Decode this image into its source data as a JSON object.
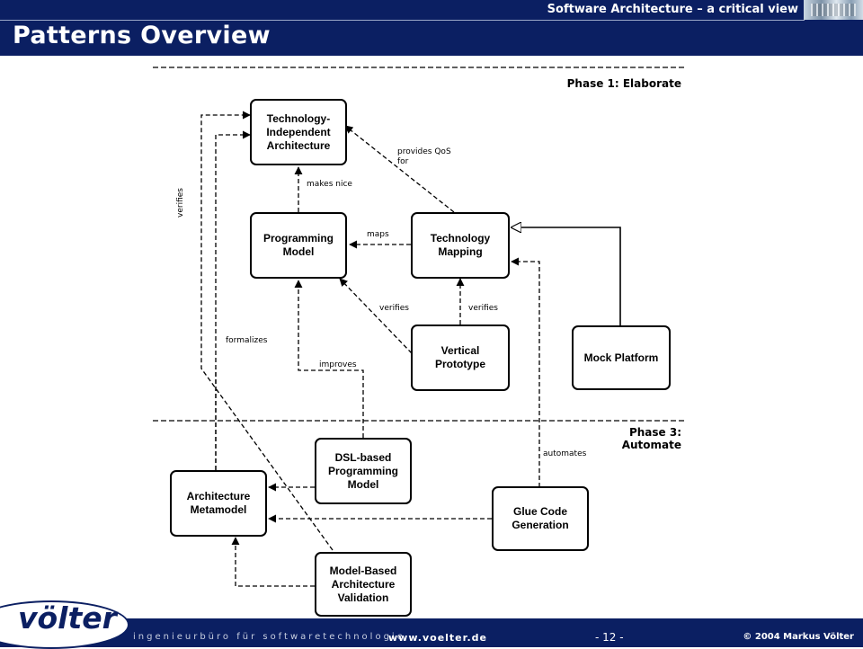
{
  "header": {
    "subtitle": "Software Architecture – a critical view",
    "title": "Patterns Overview"
  },
  "diagram": {
    "phases": {
      "phase1": "Phase 1: Elaborate",
      "phase3": "Phase 3:\nAutomate"
    },
    "nodes": {
      "tech_independent_arch": "Technology-\nIndependent\nArchitecture",
      "programming_model": "Programming\nModel",
      "technology_mapping": "Technology\nMapping",
      "vertical_prototype": "Vertical\nPrototype",
      "mock_platform": "Mock Platform",
      "dsl_based_programming_model": "DSL-based\nProgramming\nModel",
      "architecture_metamodel": "Architecture\nMetamodel",
      "glue_code_generation": "Glue Code\nGeneration",
      "model_based_arch_validation": "Model-Based\nArchitecture\nValidation"
    },
    "labels": {
      "verifies_left": "verifies",
      "provides_qos": "provides QoS\nfor",
      "makes_nice": "makes nice",
      "maps": "maps",
      "verifies_proto": "verifies",
      "verifies_mapping": "verifies",
      "formalizes": "formalizes",
      "improves": "improves",
      "automates": "automates"
    }
  },
  "footer": {
    "logo": "völter",
    "tagline": "ingenieurbüro für softwaretechnologie",
    "url": "www.voelter.de",
    "page": "- 12 -",
    "copyright": "© 2004  Markus Völter"
  }
}
